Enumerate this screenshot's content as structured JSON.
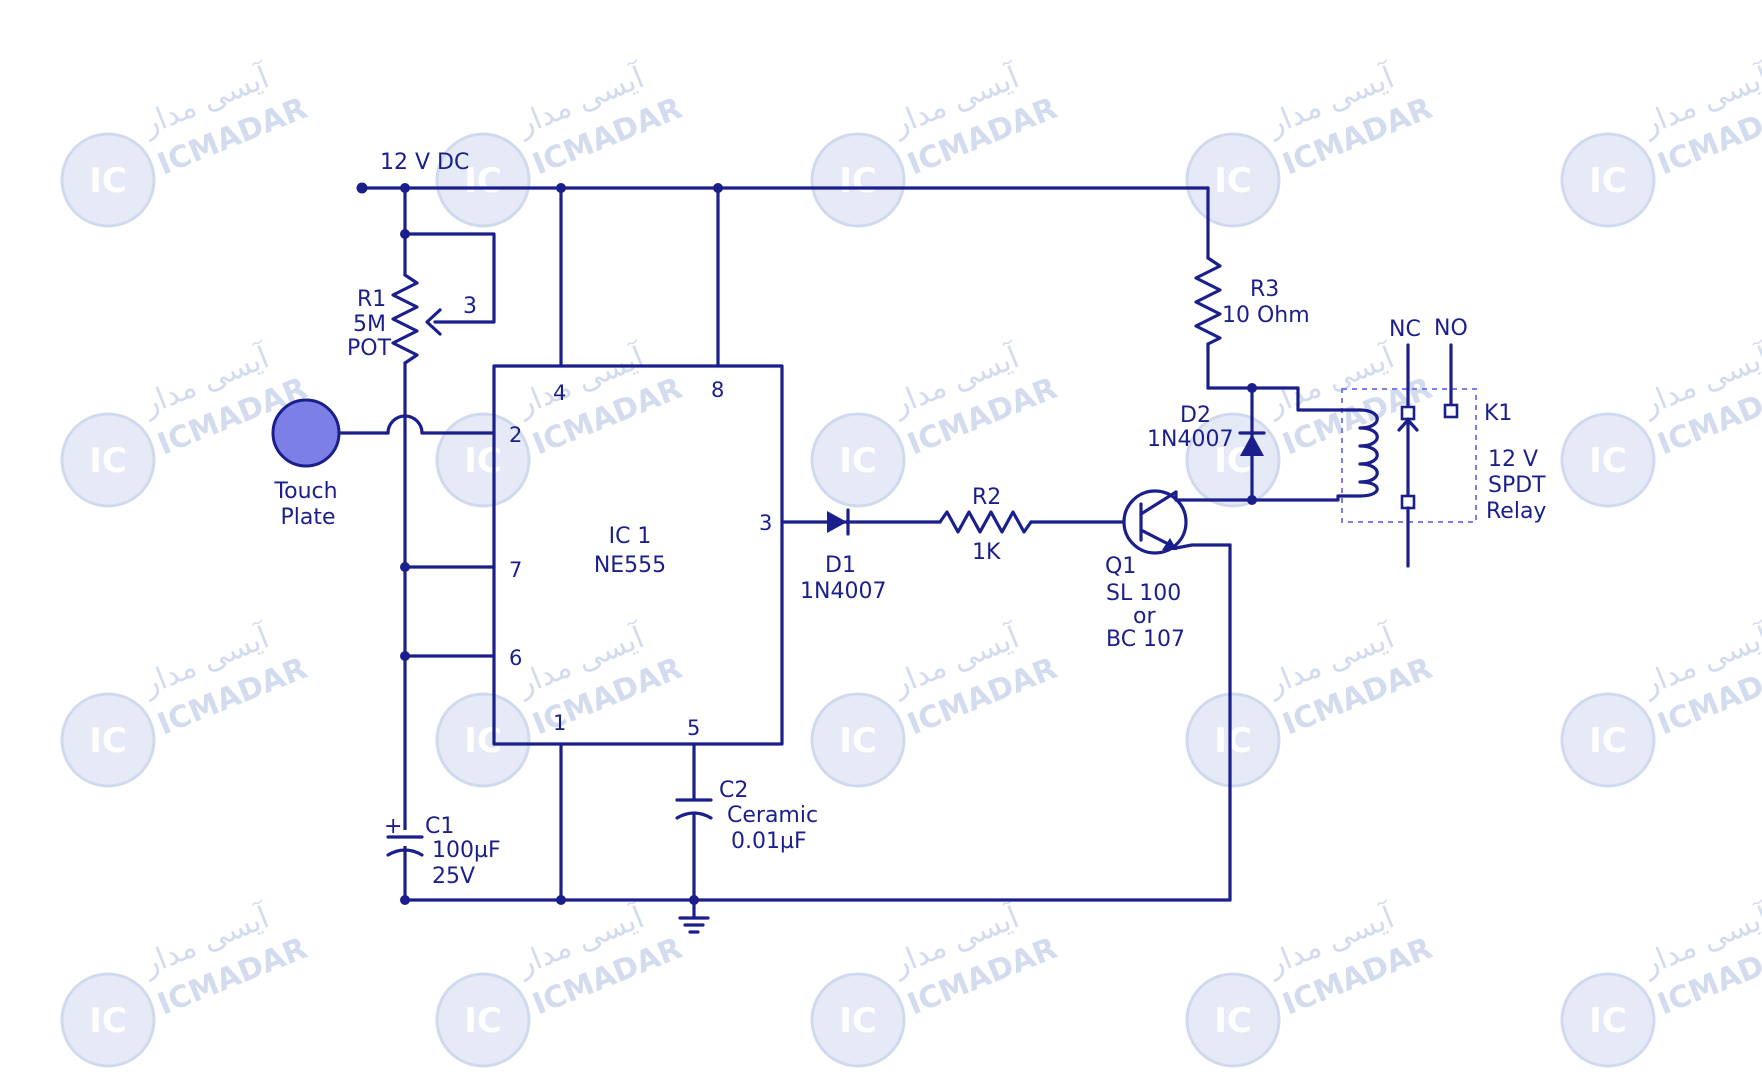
{
  "watermark": {
    "brand": "ICMADAR",
    "brand_fa": "آیسی مدار",
    "logo_text": "IC"
  },
  "supply": {
    "label": "12 V DC"
  },
  "ic1": {
    "name": "IC 1",
    "part": "NE555",
    "pins": {
      "p1": "1",
      "p2": "2",
      "p3": "3",
      "p4": "4",
      "p5": "5",
      "p6": "6",
      "p7": "7",
      "p8": "8"
    }
  },
  "r1": {
    "ref": "R1",
    "value": "5M",
    "type": "POT",
    "wiper_pin": "3"
  },
  "touch_plate": {
    "line1": "Touch",
    "line2": "Plate"
  },
  "c1": {
    "ref": "C1",
    "value": "100µF",
    "voltage": "25V",
    "polarity": "+"
  },
  "c2": {
    "ref": "C2",
    "type": "Ceramic",
    "value": "0.01µF"
  },
  "d1": {
    "ref": "D1",
    "part": "1N4007"
  },
  "r2": {
    "ref": "R2",
    "value": "1K"
  },
  "q1": {
    "ref": "Q1",
    "part1": "SL 100",
    "or": "or",
    "part2": "BC 107"
  },
  "r3": {
    "ref": "R3",
    "value": "10 Ohm"
  },
  "d2": {
    "ref": "D2",
    "part": "1N4007"
  },
  "relay": {
    "ref": "K1",
    "nc": "NC",
    "no": "NO",
    "line1": "12 V",
    "line2": "SPDT",
    "line3": "Relay"
  },
  "colors": {
    "ink": "#1a1f8c",
    "plate": "#7b7fe6",
    "watermark": "#c9d3ea"
  }
}
